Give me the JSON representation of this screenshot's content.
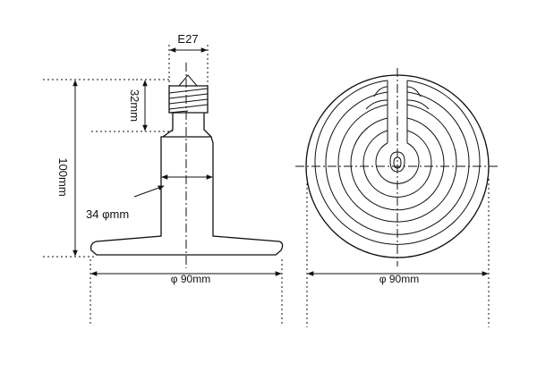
{
  "diagram": {
    "labels": {
      "thread": "E27",
      "thread_length": "32mm",
      "total_height": "100mm",
      "neck_diameter": "34 φmm",
      "side_base_diameter": "φ 90mm",
      "top_diameter": "φ 90mm"
    }
  }
}
